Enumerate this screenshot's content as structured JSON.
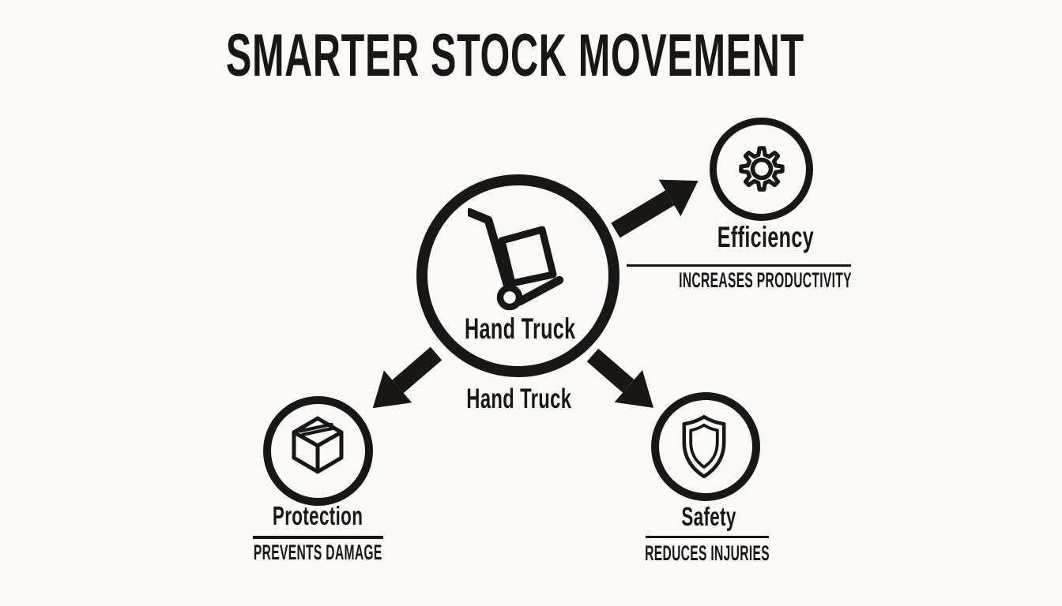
{
  "title": "SMARTER STOCK MOVEMENT",
  "center": {
    "icon": "hand-truck-icon",
    "label_inside": "Hand Truck",
    "caption_below": "Hand Truck"
  },
  "nodes": [
    {
      "id": "efficiency",
      "icon": "gear-icon",
      "label": "Efficiency",
      "sublabel": "INCREASES PRODUCTIVITY"
    },
    {
      "id": "protection",
      "icon": "box-icon",
      "label": "Protection",
      "sublabel": "PREVENTS DAMAGE"
    },
    {
      "id": "safety",
      "icon": "shield-icon",
      "label": "Safety",
      "sublabel": "REDUCES INJURIES"
    }
  ],
  "colors": {
    "ink": "#181716",
    "background": "#fbfaf8"
  }
}
